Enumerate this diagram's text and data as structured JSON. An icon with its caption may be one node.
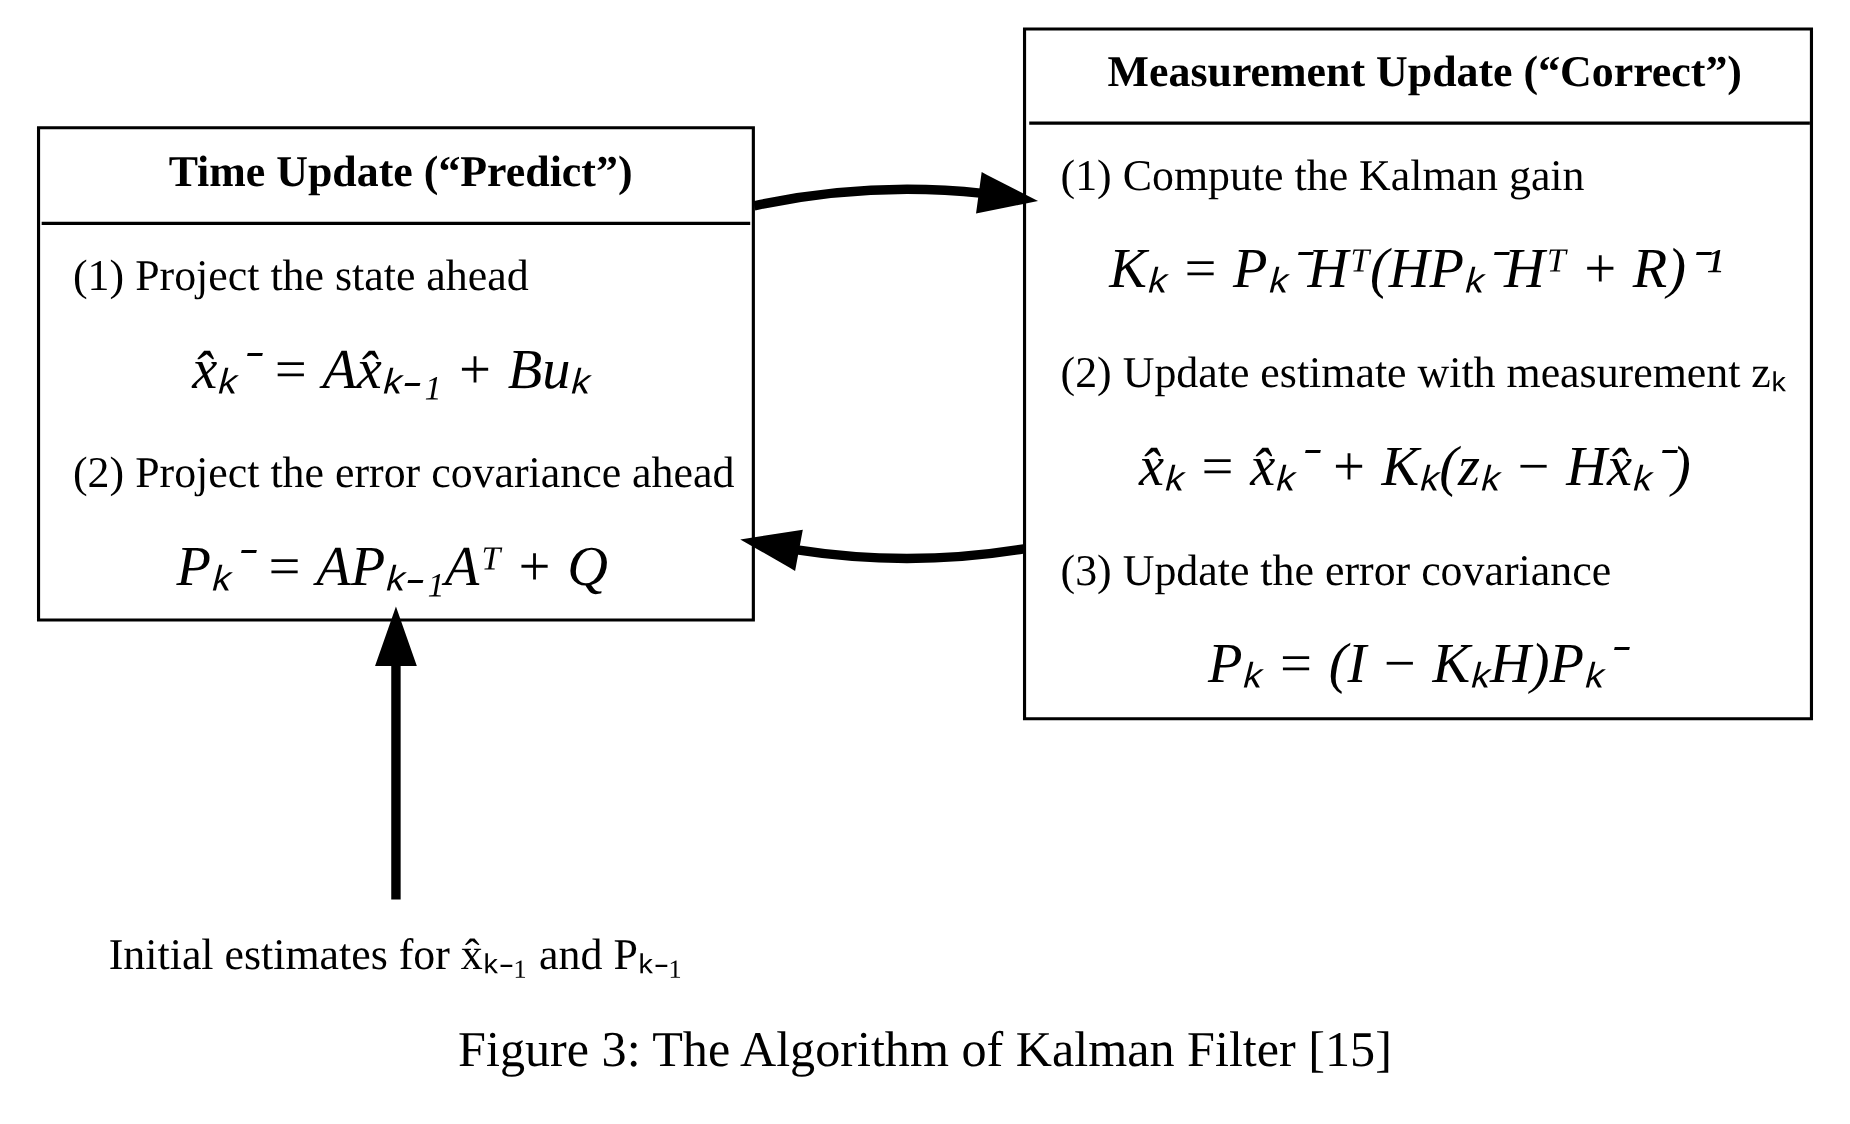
{
  "diagram": {
    "caption": "Figure 3: The Algorithm of Kalman Filter [15]",
    "nodes": [
      {
        "text": [
          "Time Update (“Predict”)",
          "(1) Project the state ahead",
          "x̂ₖ⁻ = Ax̂ₖ₋₁ + Buₖ",
          "(2) Project the error covariance ahead",
          "Pₖ⁻ = APₖ₋₁Aᵀ + Q"
        ]
      },
      {
        "text": [
          "Measurement Update (“Correct”)",
          "(1) Compute the Kalman gain",
          "Kₖ = Pₖ⁻Hᵀ(HPₖ⁻Hᵀ + R)⁻¹",
          "(2) Update estimate with measurement zₖ",
          "x̂ₖ = x̂ₖ⁻ + Kₖ(zₖ − Hx̂ₖ⁻)",
          "(3) Update the error covariance",
          "Pₖ = (I − KₖH)Pₖ⁻"
        ]
      },
      {
        "text": [
          "Initial estimates for x̂ₖ₋₁ and Pₖ₋₁"
        ]
      }
    ],
    "edges": [
      {
        "from": 0,
        "to": 1,
        "arrow": "to"
      },
      {
        "from": 1,
        "to": 0,
        "arrow": "to"
      },
      {
        "from": 2,
        "to": 0,
        "arrow": "to"
      }
    ]
  }
}
